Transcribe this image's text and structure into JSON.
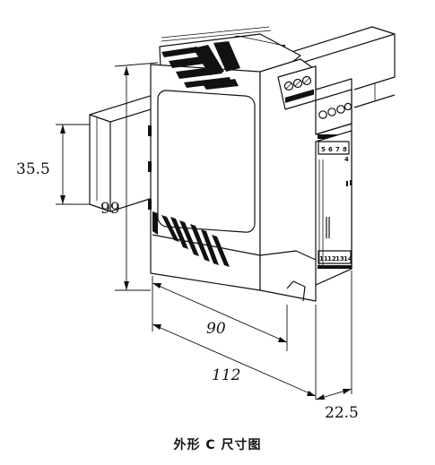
{
  "diagram": {
    "caption": "外形 C 尺寸图",
    "dimensions": {
      "rail_height": "35.5",
      "height": "99",
      "depth_front": "90",
      "depth_total": "112",
      "width": "22.5"
    },
    "terminal_labels": {
      "upper": [
        "5",
        "6",
        "7",
        "8"
      ],
      "upper_bottom": "4",
      "lower": [
        "11",
        "12",
        "13",
        "14"
      ]
    },
    "colors": {
      "line": "#111111",
      "background": "#ffffff"
    }
  }
}
